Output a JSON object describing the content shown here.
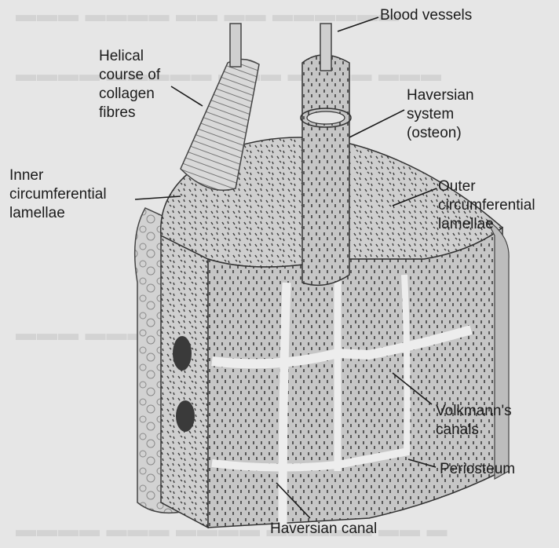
{
  "labels": {
    "blood_vessels": "Blood vessels",
    "helical": [
      "Helical",
      "course of",
      "collagen",
      "fibres"
    ],
    "haversian_system": [
      "Haversian",
      "system",
      "(osteon)"
    ],
    "inner": [
      "Inner",
      "circumferential",
      "lamellae"
    ],
    "outer": [
      "Outer",
      "circumferential",
      "lamellae"
    ],
    "volkmann": [
      "Volkmann's",
      "canals"
    ],
    "periosteum": "Periosteum",
    "haversian_canal": "Haversian canal"
  }
}
